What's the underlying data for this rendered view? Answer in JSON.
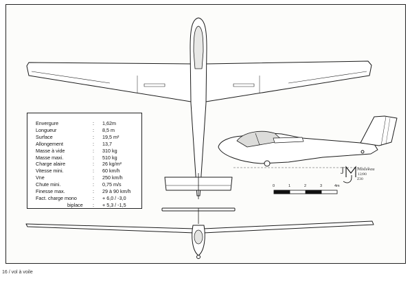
{
  "specs": [
    {
      "label": "Envergure",
      "value": "1,62m"
    },
    {
      "label": "Longueur",
      "value": "8,5 m"
    },
    {
      "label": "Surface",
      "value": "19,5 m²"
    },
    {
      "label": "Allongement",
      "value": "13,7"
    },
    {
      "label": "Masse à vide",
      "value": "310 kg"
    },
    {
      "label": "Masse maxi.",
      "value": "510 kg"
    },
    {
      "label": "Charge alaire",
      "value": "26 kg/m²"
    },
    {
      "label": "Vitesse mini.",
      "value": "60 km/h"
    },
    {
      "label": "Vne",
      "value": "250 km/h"
    },
    {
      "label": "Chute mini.",
      "value": "0,75 m/s"
    },
    {
      "label": "Finesse max.",
      "value": "29 à 90 km/h"
    },
    {
      "label": "Fact. charge mono",
      "value": "+ 6,0 / -3,0"
    },
    {
      "label": "biplace",
      "value": "+ 5,3 / -1,5"
    }
  ],
  "spec_separator": ":",
  "scale_labels": [
    "0",
    "1",
    "2",
    "3",
    "4m"
  ],
  "signature": {
    "name": "Mouveau",
    "initial": "J",
    "date": "12/90",
    "sub": "Z30"
  },
  "footer": "16 / vol à voile"
}
